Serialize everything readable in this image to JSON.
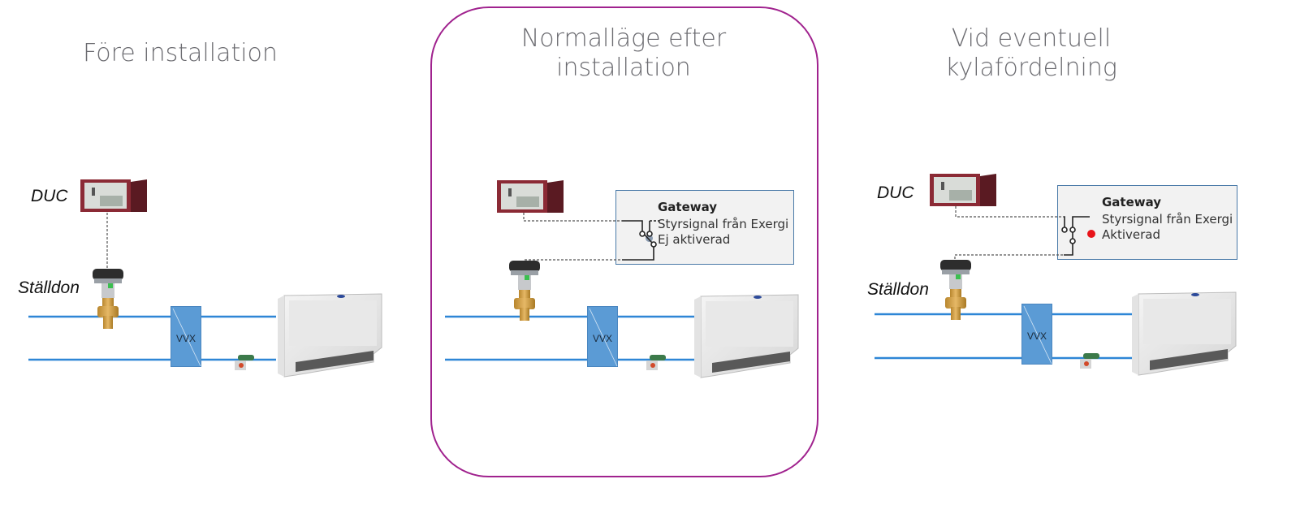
{
  "panels": [
    {
      "id": "before",
      "title": "Före installation",
      "duc_label": "DUC",
      "actuator_label": "Ställdon",
      "heat_exchanger_label": "VVX",
      "highlighted": false
    },
    {
      "id": "normal",
      "title_line1": "Normalläge efter",
      "title_line2": "installation",
      "heat_exchanger_label": "VVX",
      "highlighted": true,
      "gateway": {
        "title": "Gateway",
        "signal_label": "Styrsignal från Exergi",
        "status_label": "Ej aktiverad",
        "status_color": "#8a9bb0"
      }
    },
    {
      "id": "cooling",
      "title_line1": "Vid eventuell",
      "title_line2": "kylafördelning",
      "duc_label": "DUC",
      "actuator_label": "Ställdon",
      "heat_exchanger_label": "VVX",
      "highlighted": false,
      "gateway": {
        "title": "Gateway",
        "signal_label": "Styrsignal från Exergi",
        "status_label": "Aktiverad",
        "status_color": "#e8141a"
      }
    }
  ],
  "colors": {
    "pipe": "#2e86d6",
    "highlight_border": "#a0228e",
    "heat_exchanger": "#5b9bd5",
    "title_text": "#6b6b70"
  }
}
